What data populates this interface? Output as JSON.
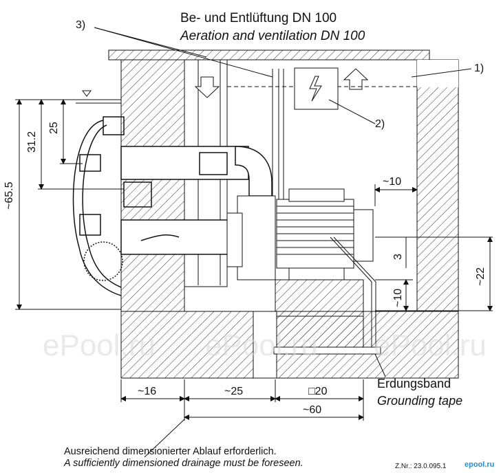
{
  "title": {
    "de": "Be- und Entlüftung DN 100",
    "en": "Aeration and ventilation DN 100"
  },
  "callouts": {
    "c1": "1)",
    "c2": "2)",
    "c3": "3)"
  },
  "grounding": {
    "de": "Erdungsband",
    "en": "Grounding tape"
  },
  "note": {
    "de": "Ausreichend dimensionierter Ablauf erforderlich.",
    "en": "A sufficiently dimensioned drainage must be foreseen."
  },
  "dimensions": {
    "h_65_5": "~65.5",
    "h_31_2": "31.2",
    "h_25": "25",
    "w_10_top": "~10",
    "v_3": "3",
    "v_10": "~10",
    "v_22": "~22",
    "w_16": "~16",
    "w_25": "~25",
    "w_20": "□20",
    "w_60": "~60"
  },
  "drawing_number": "Z.Nr.: 23.0.095.1",
  "brand": "epool.ru",
  "watermark": "ePool.ru"
}
